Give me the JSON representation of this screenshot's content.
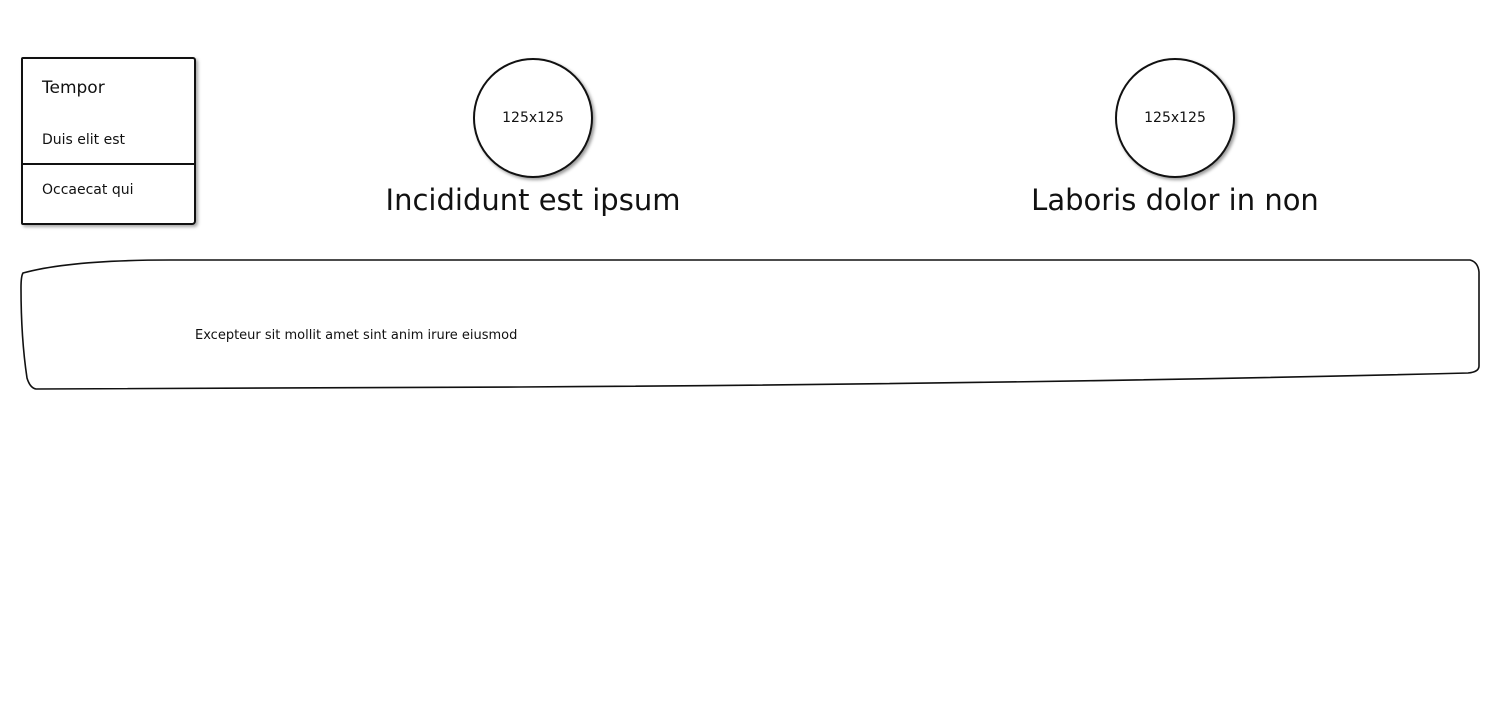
{
  "menu": {
    "title": "Tempor",
    "item_1": "Duis elit est",
    "item_2": "Occaecat qui"
  },
  "profiles": [
    {
      "image_label": "125x125",
      "caption": "Incididunt est ipsum"
    },
    {
      "image_label": "125x125",
      "caption": "Laboris dolor in non"
    }
  ],
  "banner": {
    "text": "Excepteur sit mollit amet sint anim irure eiusmod"
  }
}
